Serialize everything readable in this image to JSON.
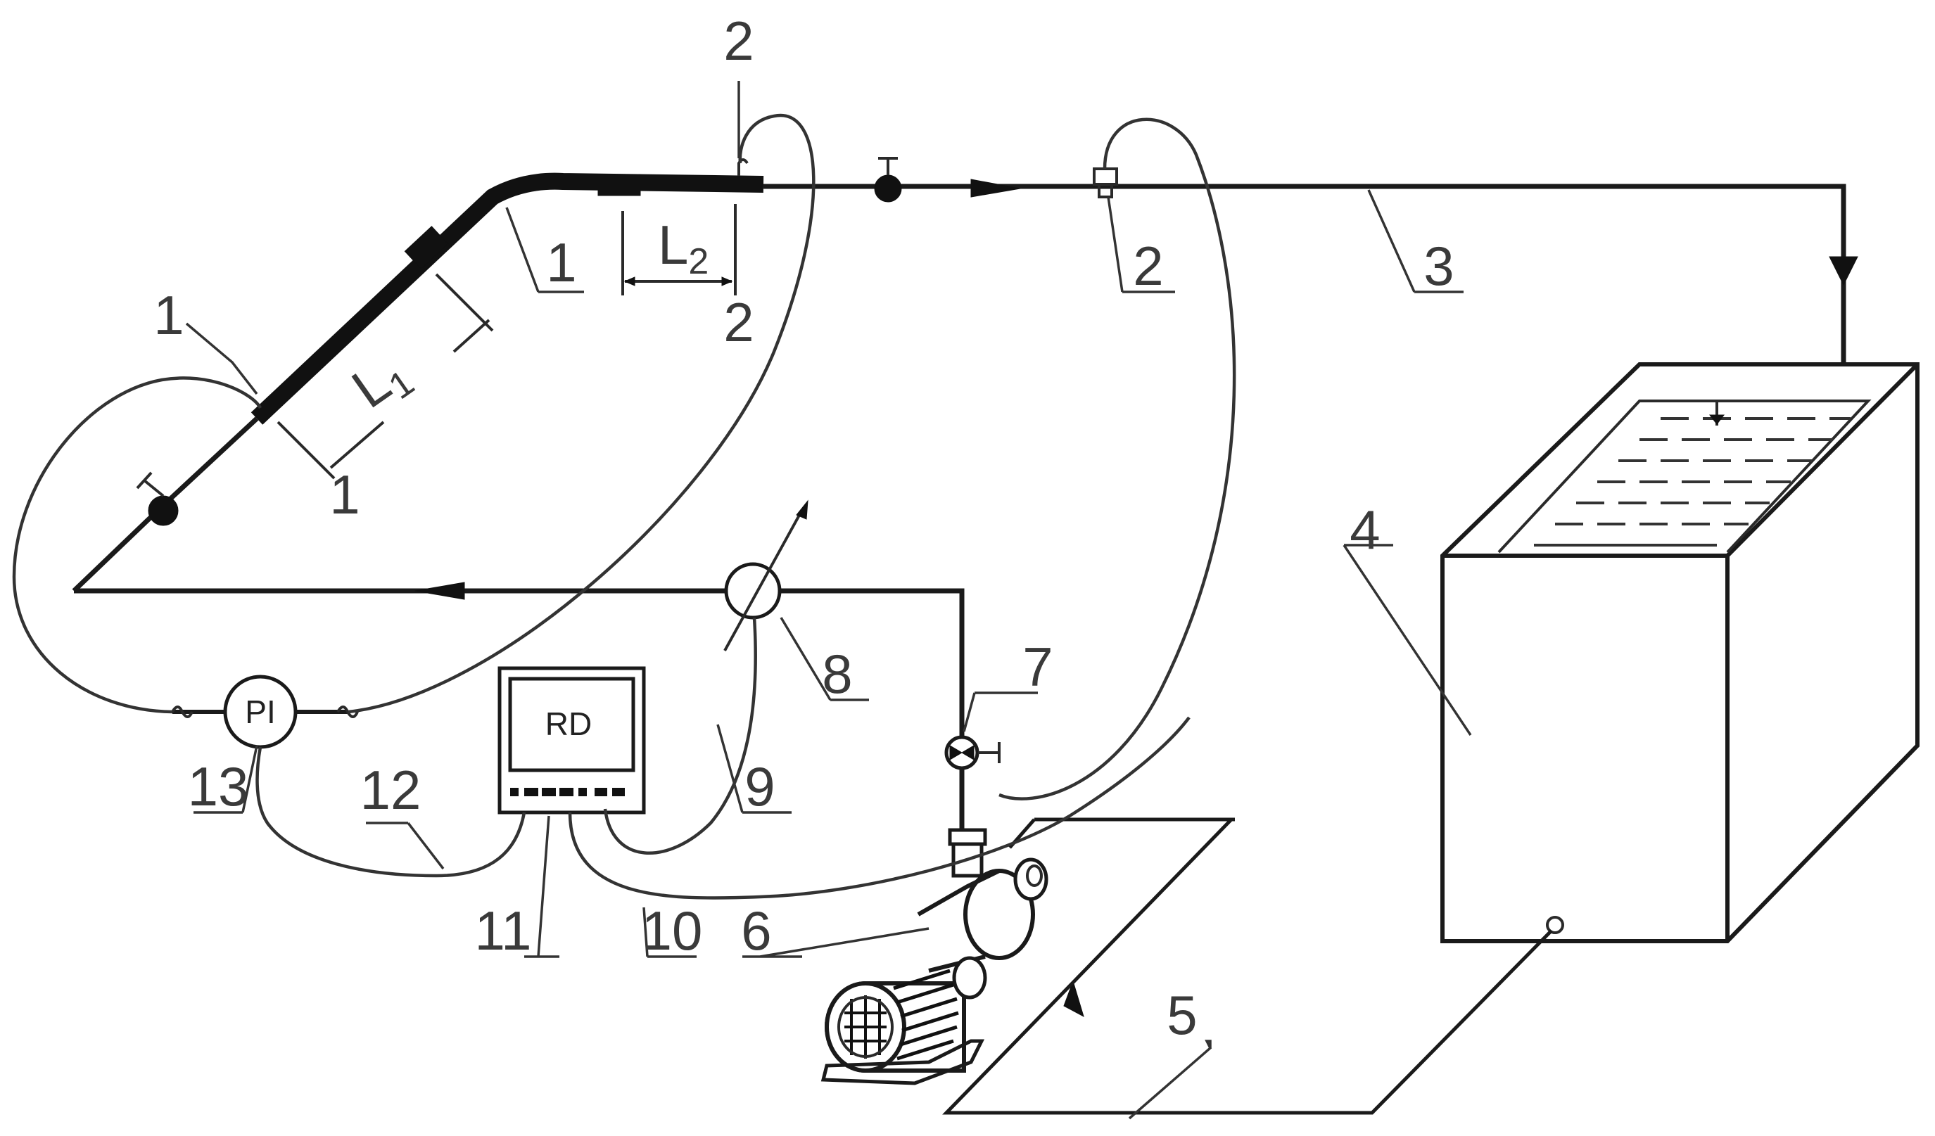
{
  "labels": {
    "test_section": "1",
    "pressure_tap": "2",
    "return_line": "3",
    "tank": "4",
    "suction_line": "5",
    "pump": "6",
    "flow_valve": "7",
    "flowmeter": "8",
    "cable_9": "9",
    "cable_10": "10",
    "recorder_unit": "11",
    "cable_12": "12",
    "pressure_indicator": "13"
  },
  "length_labels": {
    "l1": "L",
    "l1_sub": "1",
    "l2": "L",
    "l2_sub": "2"
  },
  "instruments": {
    "pressure_indicator_text": "PI",
    "recorder_text": "RD"
  }
}
